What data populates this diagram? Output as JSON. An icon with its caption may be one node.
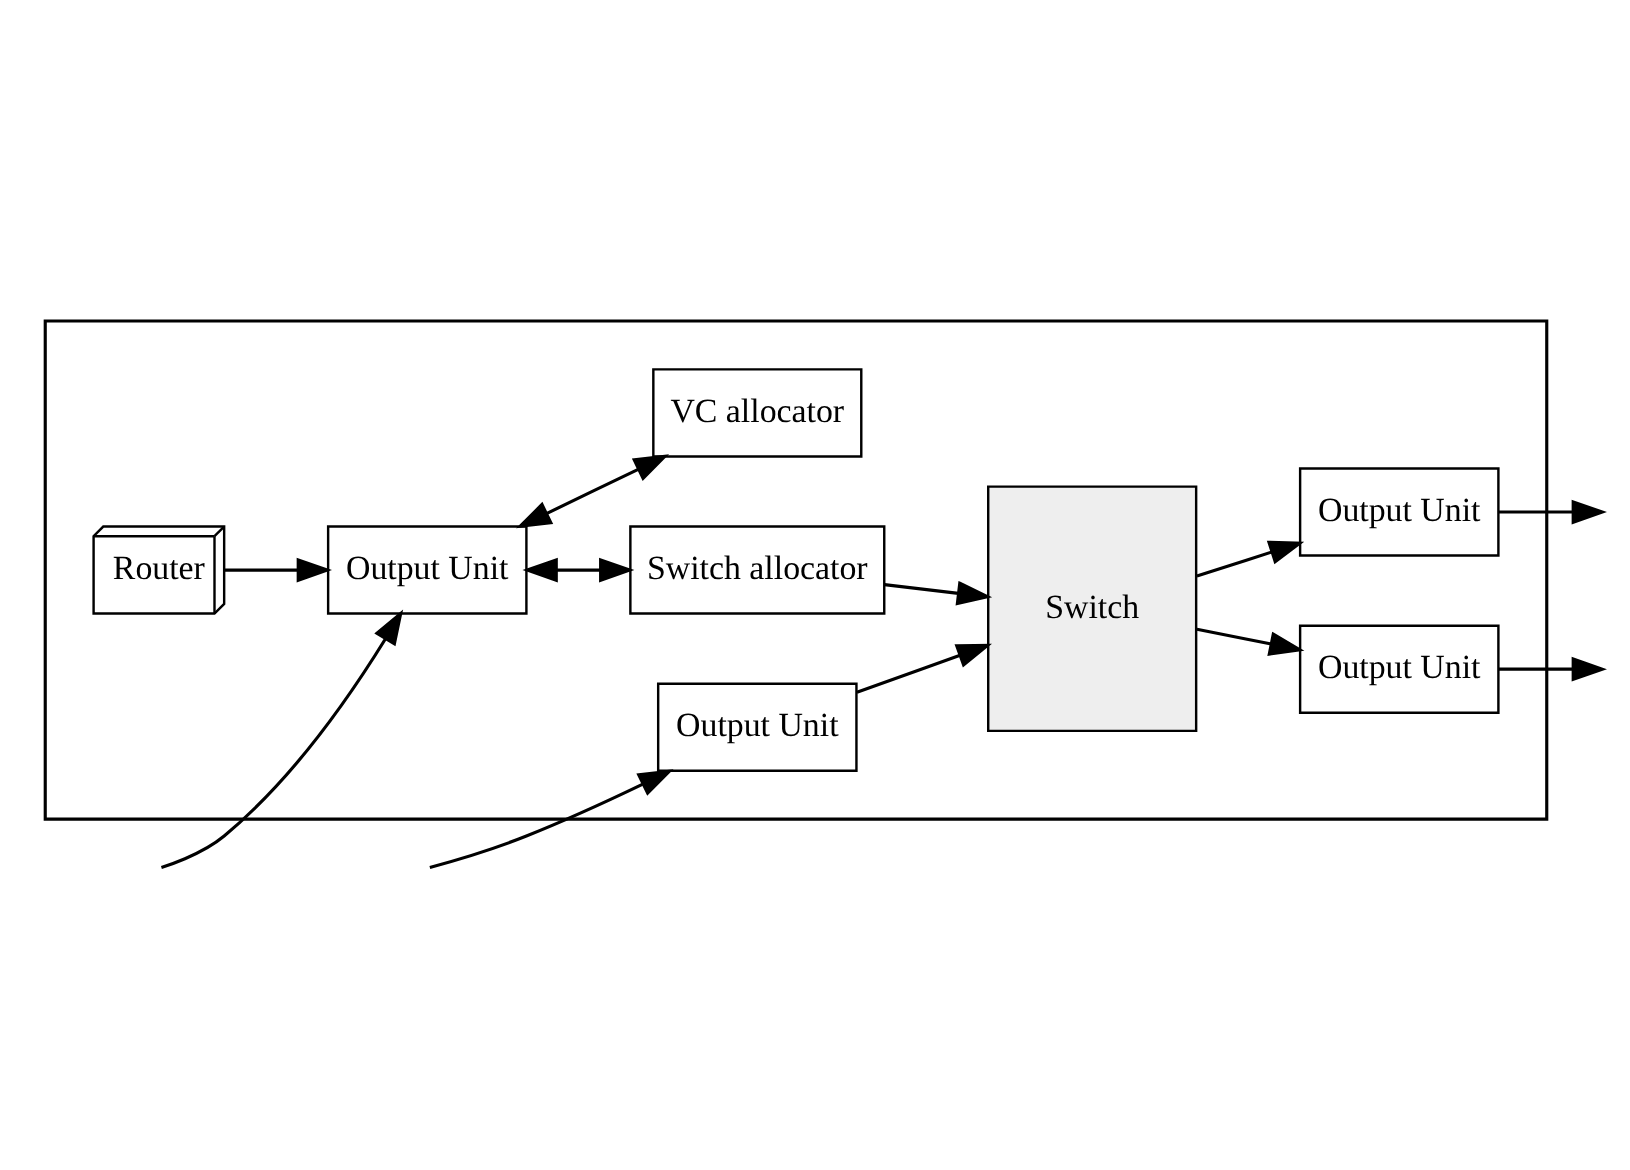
{
  "diagram": {
    "nodes": [
      {
        "text": [],
        "shape": "box"
      },
      {
        "text": [
          "Router"
        ],
        "in": 0
      },
      {
        "text": [
          "VC allocator"
        ],
        "in": 0
      },
      {
        "text": [
          "Switch allocator"
        ],
        "in": 0
      },
      {
        "text": [
          "Output Unit"
        ],
        "in": 0
      },
      {
        "text": [
          "Output Unit"
        ],
        "in": 0
      },
      {
        "text": [
          "Switch"
        ],
        "in": 0
      },
      {
        "text": [
          "Output Unit"
        ],
        "in": 0
      },
      {
        "text": [
          "Output Unit"
        ],
        "in": 0
      }
    ],
    "edges": [
      {
        "from": null,
        "to": 4,
        "arrow": "to"
      },
      {
        "from": null,
        "to": 5,
        "arrow": "to"
      },
      {
        "from": 1,
        "to": 4,
        "arrow": "to"
      },
      {
        "from": 4,
        "to": 2,
        "arrow": "both"
      },
      {
        "from": 4,
        "to": 3,
        "arrow": "both"
      },
      {
        "from": 3,
        "to": 6,
        "arrow": "to"
      },
      {
        "from": 5,
        "to": 6,
        "arrow": "to"
      },
      {
        "from": 6,
        "to": 7,
        "arrow": "to"
      },
      {
        "from": 6,
        "to": 8,
        "arrow": "to"
      },
      {
        "from": 7,
        "to": null,
        "arrow": "to"
      },
      {
        "from": 8,
        "to": null,
        "arrow": "to"
      }
    ]
  }
}
